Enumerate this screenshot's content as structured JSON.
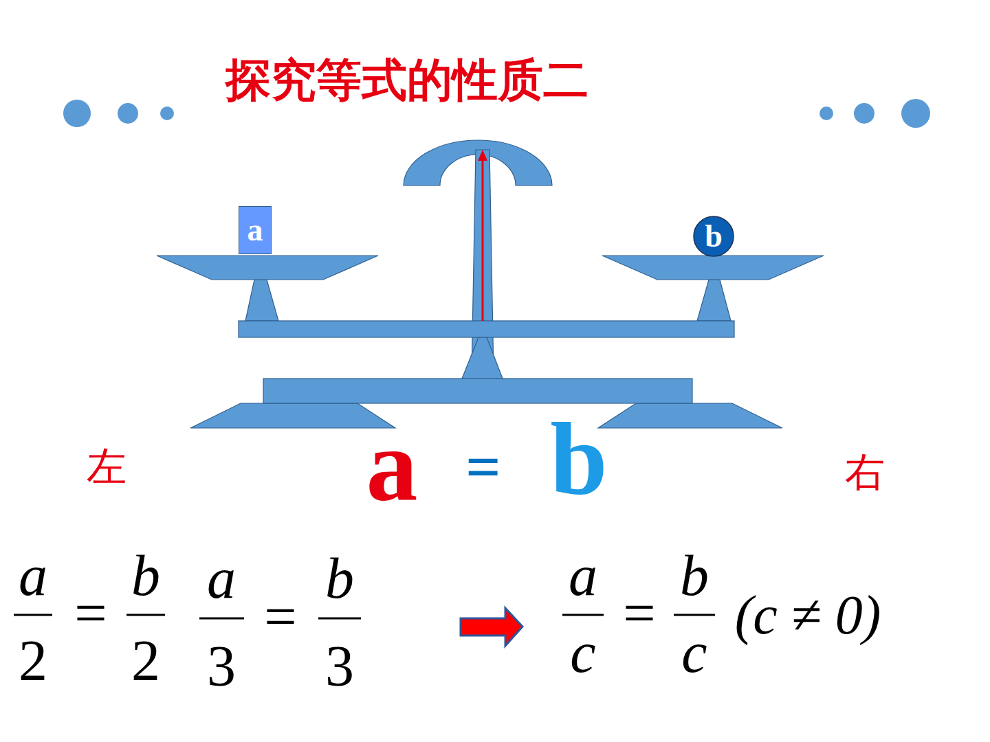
{
  "diagram": {
    "title": "探究等式的性质二",
    "nodes": [
      {
        "text": [
          "a"
        ]
      },
      {
        "text": [
          "b"
        ]
      }
    ],
    "labels": [
      "左",
      "a",
      "=",
      "b",
      "右",
      "a",
      "2",
      "=",
      "b",
      "2",
      "a",
      "3",
      "=",
      "b",
      "3",
      "a",
      "c",
      "=",
      "b",
      "c",
      "(c ≠ 0)"
    ]
  }
}
